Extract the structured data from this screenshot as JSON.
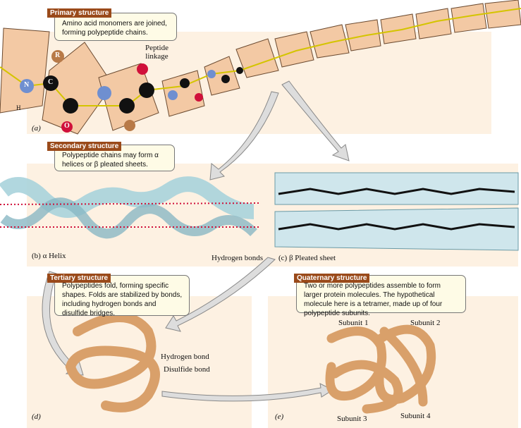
{
  "primary": {
    "tag": "Primary structure",
    "text": "Amino acid monomers are joined, forming polypeptide chains.",
    "panel_label": "(a)",
    "peptide_label": "Peptide linkage"
  },
  "secondary": {
    "tag": "Secondary structure",
    "text": "Polypeptide chains may form α helices or β pleated sheets.",
    "helix_label": "(b) α Helix",
    "hbond_label": "Hydrogen bonds",
    "sheet_label": "(c) β Pleated sheet"
  },
  "tertiary": {
    "tag": "Tertiary structure",
    "text": "Polypeptides fold, forming specific shapes. Folds are stabilized by bonds, including hydrogen bonds and disulfide bridges.",
    "panel_label": "(d)",
    "hbond_label": "Hydrogen bond",
    "disulfide_label": "Disulfide bond"
  },
  "quaternary": {
    "tag": "Quaternary structure",
    "text": "Two or more polypeptides assemble to form larger protein molecules. The hypothetical molecule here is a tetramer, made up of four polypeptide subunits.",
    "panel_label": "(e)",
    "subunits": [
      "Subunit 1",
      "Subunit 2",
      "Subunit 3",
      "Subunit 4"
    ]
  },
  "atoms": {
    "N": "N",
    "C": "C",
    "R": "R",
    "H": "H",
    "O": "O"
  },
  "colors": {
    "tag": "#9a4a1a",
    "panel": "#fdf1e2",
    "residue": "#f3c9a4",
    "carbon": "#111111",
    "nitrogen": "#6f8fd0",
    "oxygen": "#d0103a",
    "rgroup": "#b87a48",
    "ribbon": "#a9d3dc",
    "protein": "#d9a06a"
  }
}
